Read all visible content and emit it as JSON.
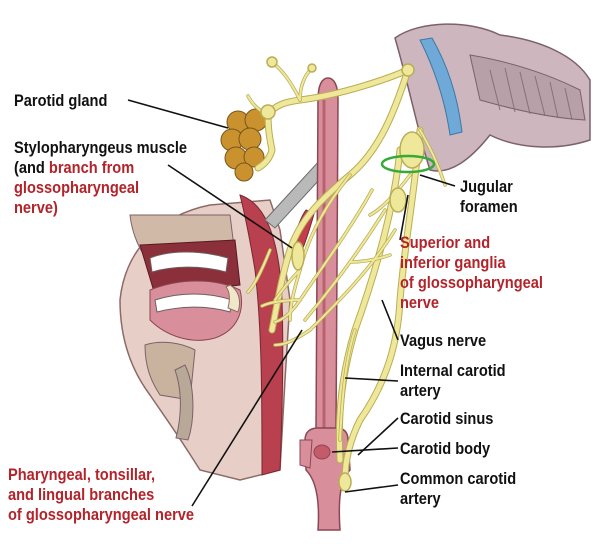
{
  "colors": {
    "nerve": "#efe89a",
    "nerve_outline": "#b9ad55",
    "tissue_pink": "#d8a7ad",
    "tissue_dark": "#b9404f",
    "artery": "#c45a6a",
    "bone": "#e6d2c9",
    "gland": "#c9922f",
    "label_red": "#b3232a",
    "ring_green": "#35a93a"
  },
  "labels": {
    "parotid": "Parotid gland",
    "stylo_1": "Stylopharyngeus muscle",
    "stylo_2a": "(and ",
    "stylo_2b": "branch from",
    "stylo_3": "glossopharyngeal",
    "stylo_4": "nerve)",
    "jugular_1": "Jugular",
    "jugular_2": "foramen",
    "ganglia_1": "Superior and",
    "ganglia_2": "inferior ganglia",
    "ganglia_3": "of glossopharyngeal",
    "ganglia_4": "nerve",
    "vagus": "Vagus nerve",
    "internal_1": "Internal carotid",
    "internal_2": "artery",
    "sinus": "Carotid sinus",
    "body": "Carotid body",
    "common_1": "Common carotid",
    "common_2": "artery",
    "branches_1": "Pharyngeal, tonsillar,",
    "branches_2": "and lingual branches",
    "branches_3": "of glossopharyngeal nerve"
  }
}
